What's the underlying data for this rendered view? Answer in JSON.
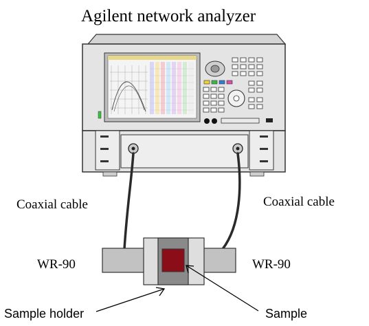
{
  "title": "Agilent network analyzer",
  "labels": {
    "cable_left": "Coaxial cable",
    "cable_right": "Coaxial cable",
    "waveguide_left": "WR-90",
    "waveguide_right": "WR-90",
    "sample_holder": "Sample holder",
    "sample": "Sample"
  },
  "colors": {
    "analyzer_body": "#e4e4e4",
    "screen": "#f4f4f4",
    "cable": "#2a2a2a",
    "waveguide": "#c2c2c2",
    "holder_body": "#dedede",
    "holder_inner": "#8a8a8a",
    "sample": "#8b0d18"
  },
  "icons": [
    "port-connector-icon",
    "softkey-icon",
    "knob-icon",
    "arrow-icon"
  ]
}
